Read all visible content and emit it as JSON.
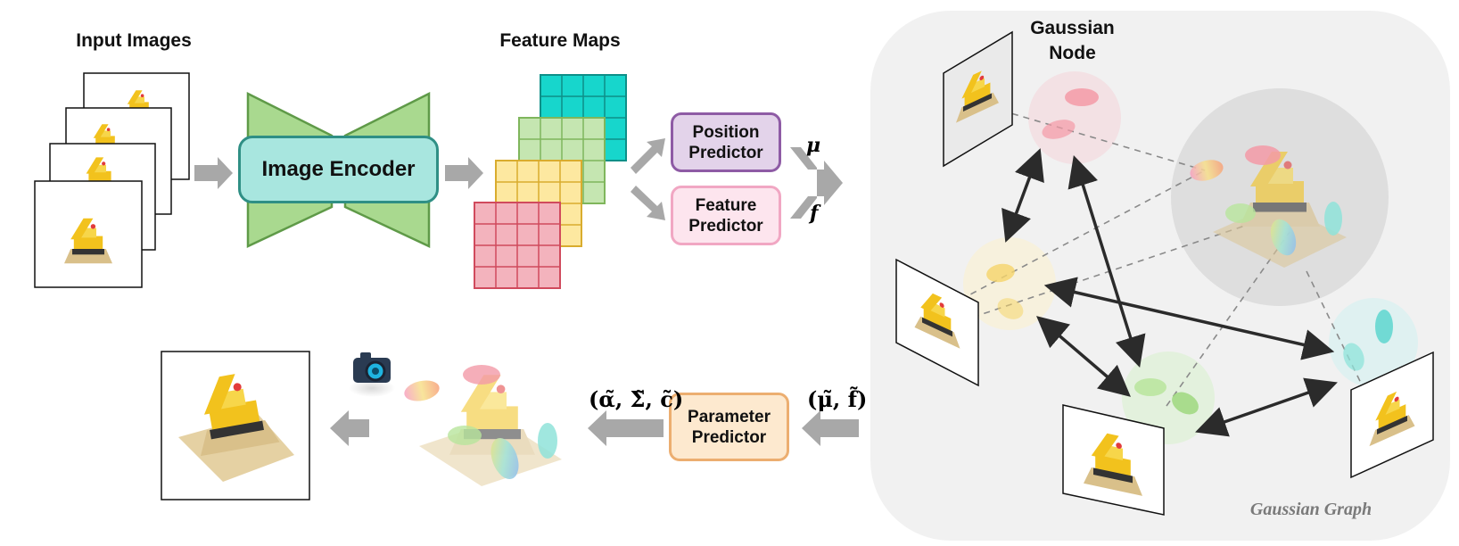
{
  "labels": {
    "input_images": "Input Images",
    "feature_maps": "Feature Maps",
    "gaussian_node": "Gaussian\nNode",
    "gaussian_graph": "Gaussian Graph"
  },
  "blocks": {
    "image_encoder": "Image Encoder",
    "position_predictor": "Position\nPredictor",
    "feature_predictor": "Feature\nPredictor",
    "parameter_predictor": "Parameter\nPredictor"
  },
  "math": {
    "mu": "μ",
    "f": "f",
    "mu_f_tilde": "(μ̃, f̃)",
    "params_tilde": "(α̃, Σ̃, c̃)"
  },
  "colors": {
    "encoder_fill": "#a8e6df",
    "encoder_border": "#2f8f85",
    "encoder_wings": "#a9d98f",
    "position_fill": "#e3d3ea",
    "position_border": "#8e5ba5",
    "feature_fill": "#fde5ee",
    "feature_border": "#f1a7c3",
    "parameter_fill": "#fde9cf",
    "parameter_border": "#ecae70",
    "arrow_gray": "#a8a8a8",
    "panel_bg": "#f1f1f1",
    "grid_cyan": "#17d6cc",
    "grid_green": "#c5e6b1",
    "grid_yellow": "#fde8a0",
    "grid_red": "#f3b3bd"
  },
  "icons": [
    "camera-icon",
    "excavator-image",
    "gaussian-ellipsoid"
  ]
}
